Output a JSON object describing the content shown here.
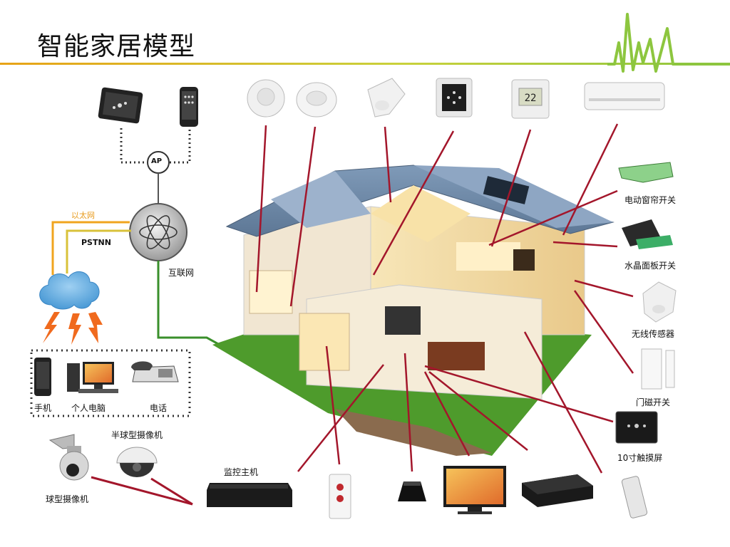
{
  "title": "智能家居模型",
  "network": {
    "ap": "AP",
    "ethernet": "以太网",
    "pstn": "PSTNN",
    "internet": "互联网"
  },
  "terminals": {
    "phone": "手机",
    "pc": "个人电脑",
    "telephone": "电话"
  },
  "cameras": {
    "dome": "半球型摄像机",
    "ball": "球型摄像机",
    "monitor_host": "监控主机"
  },
  "devices_right": {
    "curtain_switch": "电动窗帘开关",
    "crystal_panel": "水晶面板开关",
    "wireless_sensor": "无线传感器",
    "door_switch": "门磁开关",
    "touchscreen": "10寸触摸屏"
  },
  "thermostat_reading": "22",
  "colors": {
    "accent_green": "#8dc63f",
    "title_line": "#d4a017",
    "leader_red": "#a3162b",
    "ethernet_orange": "#f0a41e",
    "pstn_yellow": "#d8c23a",
    "internet_green": "#3a8f2b"
  }
}
